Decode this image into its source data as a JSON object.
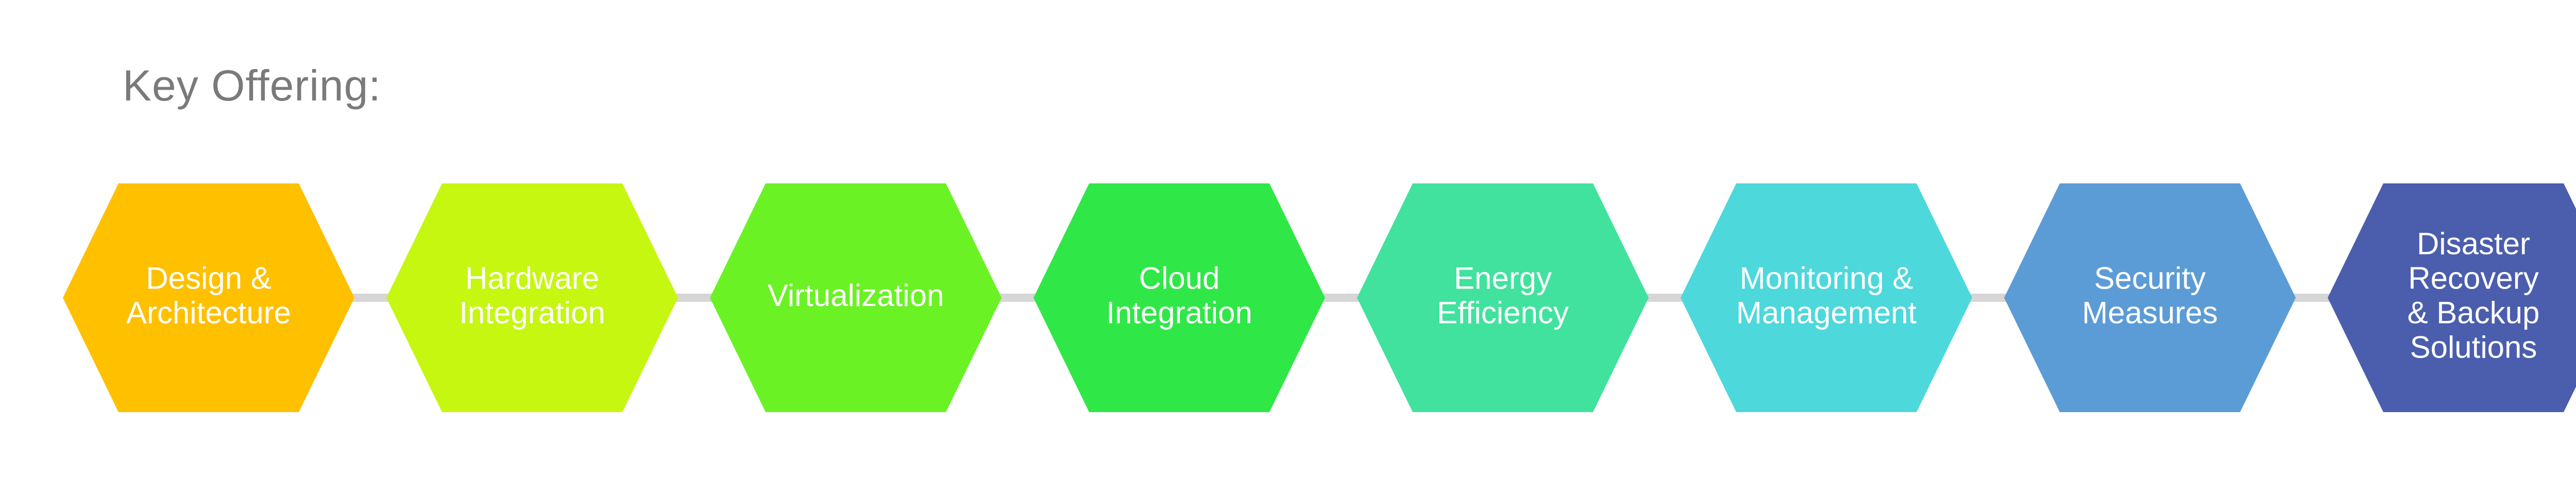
{
  "title": "Key Offering:",
  "steps": [
    {
      "lines": [
        "Design &",
        "Architecture"
      ],
      "color": "#FFC000"
    },
    {
      "lines": [
        "Hardware",
        "Integration"
      ],
      "color": "#C5F711"
    },
    {
      "lines": [
        "Virtualization"
      ],
      "color": "#6AF225"
    },
    {
      "lines": [
        "Cloud",
        "Integration"
      ],
      "color": "#30E748"
    },
    {
      "lines": [
        "Energy",
        "Efficiency"
      ],
      "color": "#41E29E"
    },
    {
      "lines": [
        "Monitoring &",
        "Management"
      ],
      "color": "#4DD8DB"
    },
    {
      "lines": [
        "Security",
        "Measures"
      ],
      "color": "#5C9CD6"
    },
    {
      "lines": [
        "Disaster",
        "Recovery",
        "& Backup",
        "Solutions"
      ],
      "color": "#4B5DAD"
    }
  ],
  "connector_color": "#D6D6D6"
}
